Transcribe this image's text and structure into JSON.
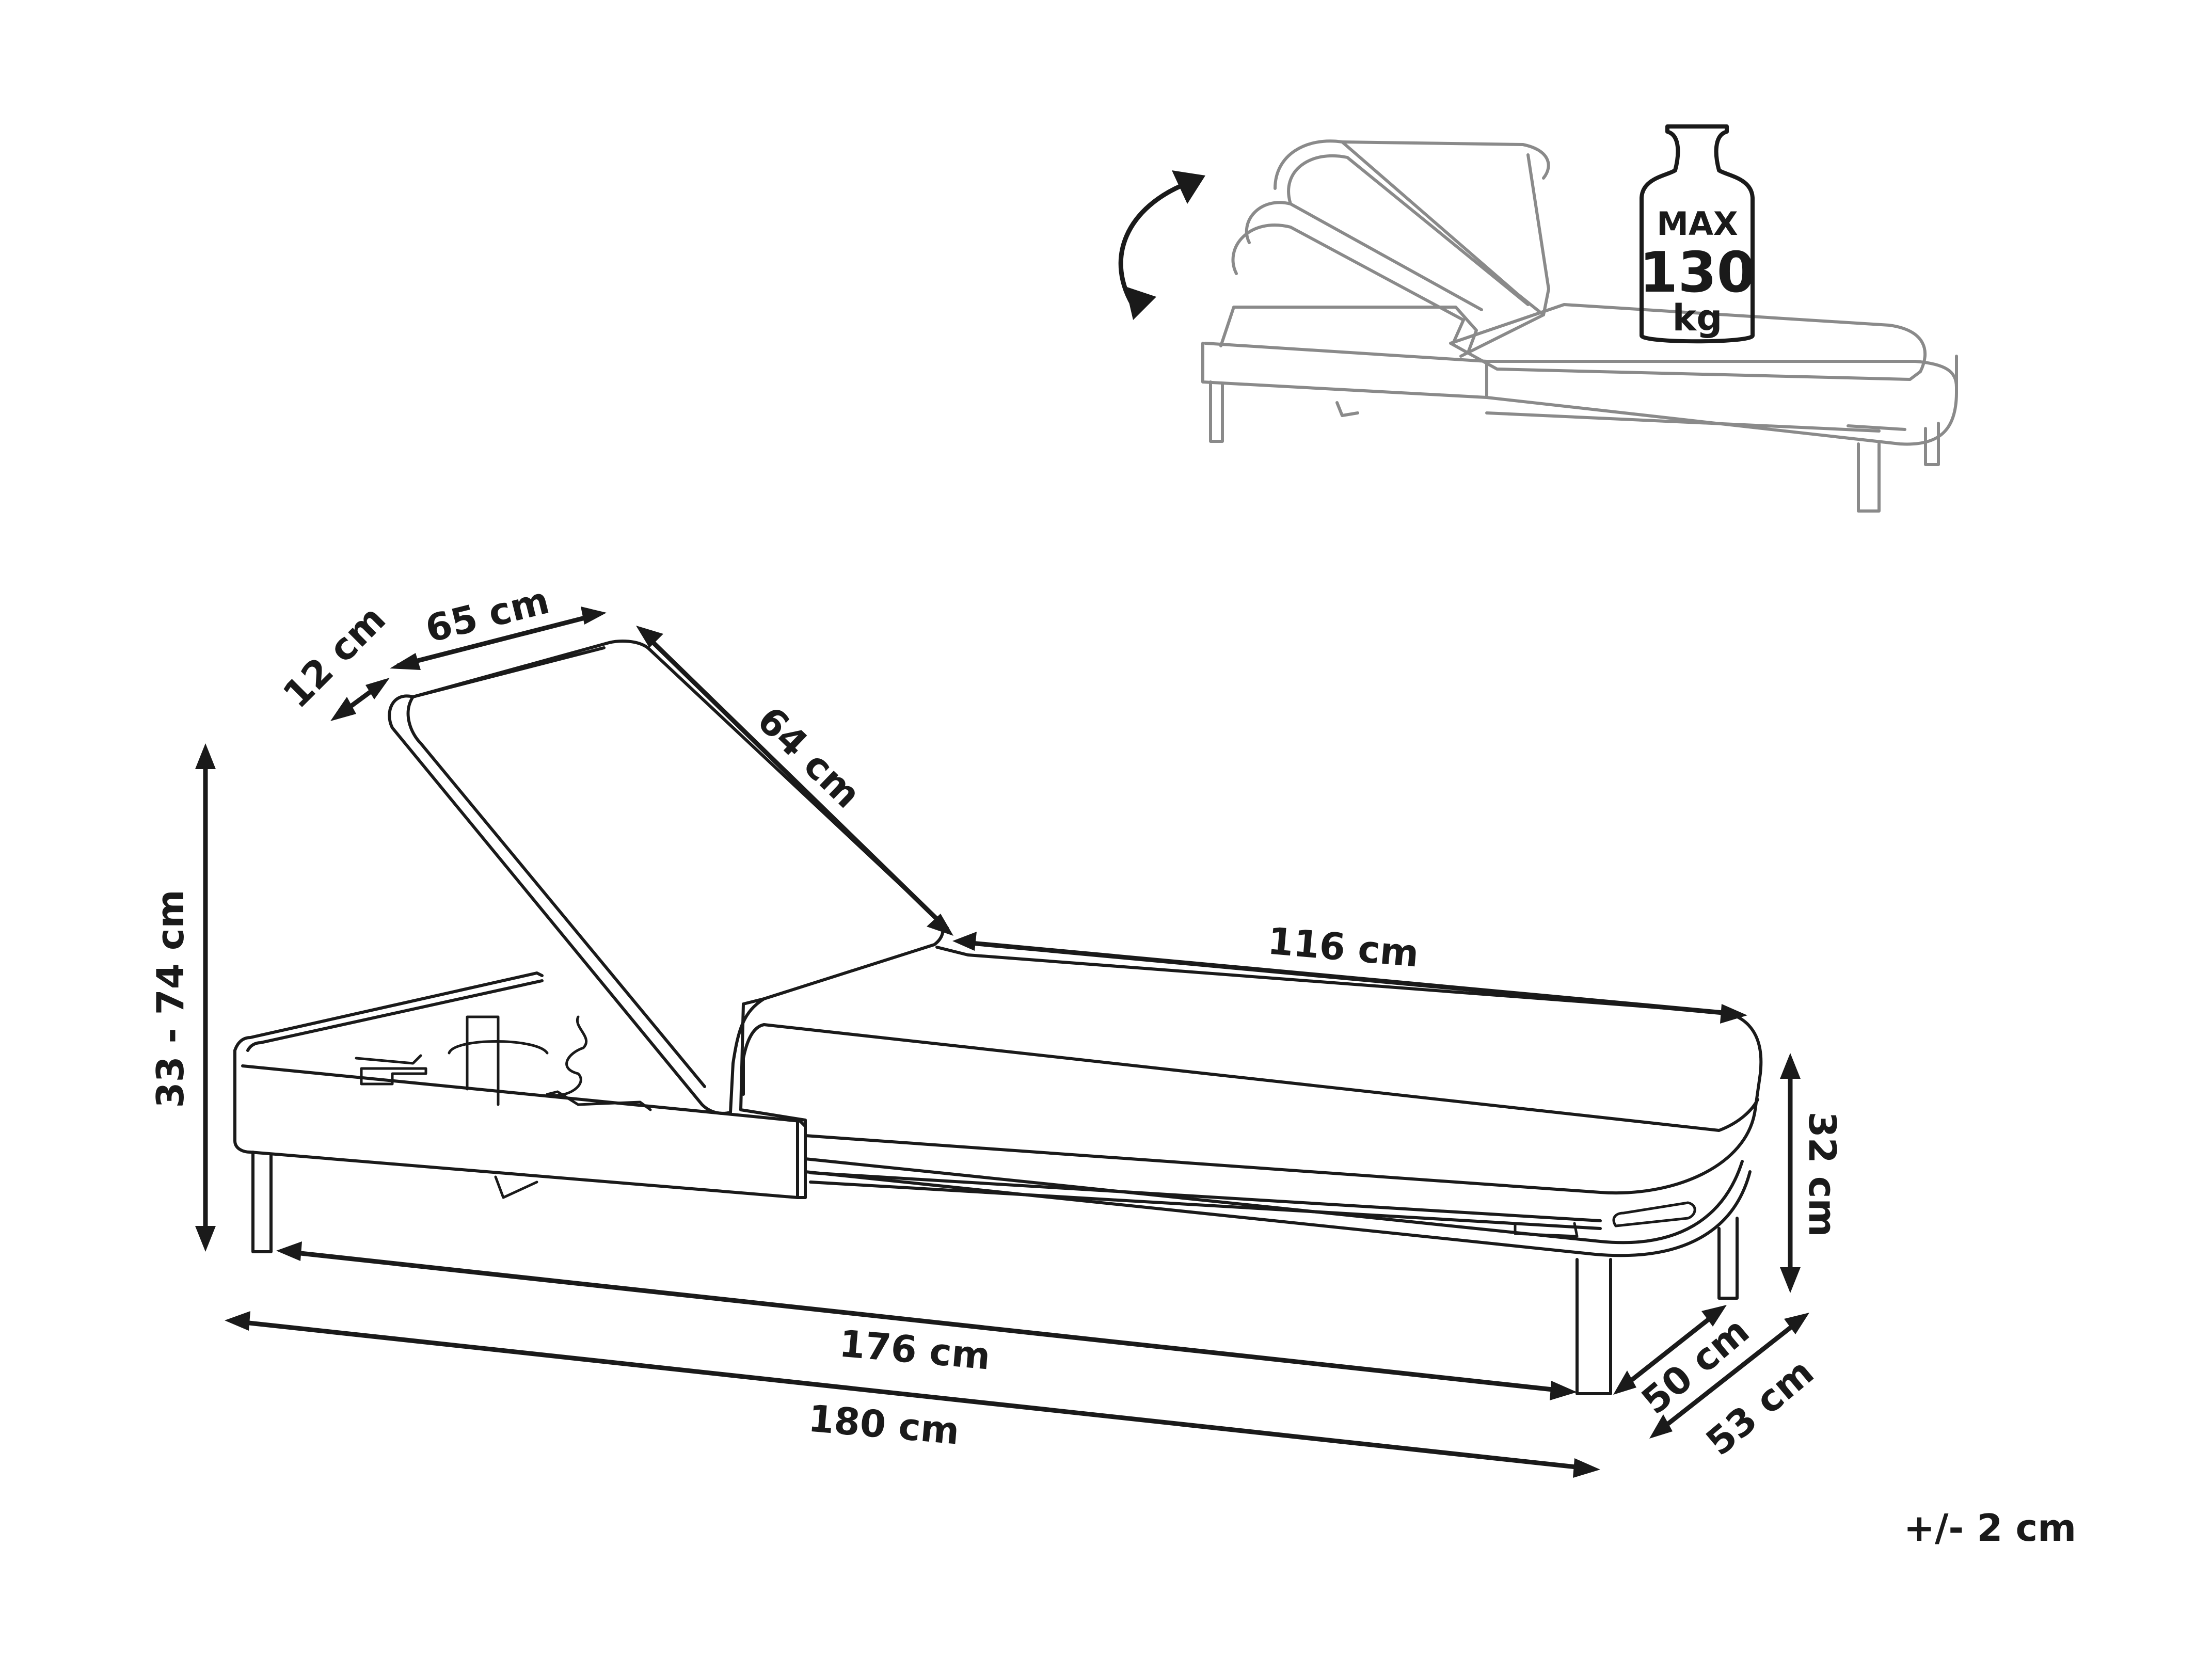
{
  "labels": {
    "backrest_thickness": "12 cm",
    "backrest_width": "65 cm",
    "backrest_length": "64 cm",
    "seat_length": "116 cm",
    "height_range": "33 - 74 cm",
    "seat_height": "32 cm",
    "frame_length": "176 cm",
    "total_length": "180 cm",
    "frame_width": "50 cm",
    "total_width": "53 cm",
    "tolerance": "+/- 2 cm"
  },
  "weight_badge": {
    "line1": "MAX",
    "line2": "130",
    "line3": "kg"
  },
  "colors": {
    "ink": "#1a1a1a",
    "outline_light": "#8a8a8a"
  }
}
